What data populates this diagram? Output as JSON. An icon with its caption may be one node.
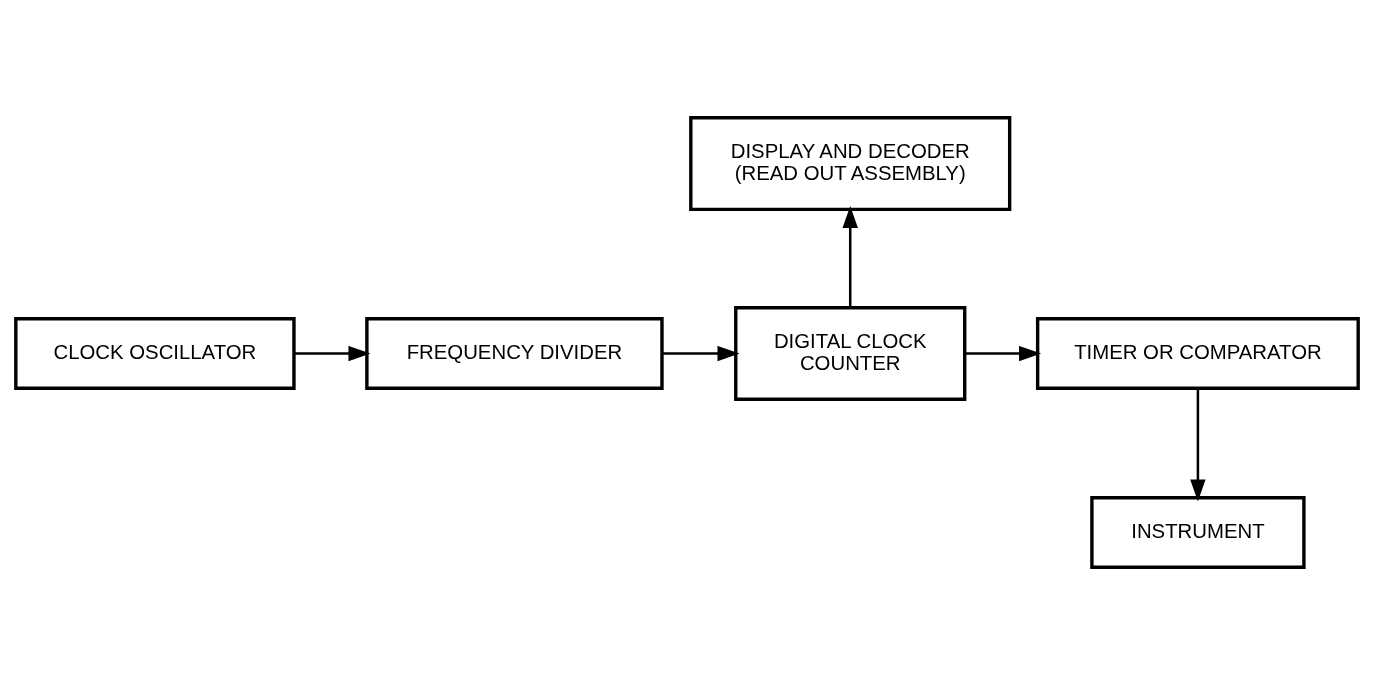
{
  "diagram": {
    "nodes": [
      {
        "text": [
          "DISPLAY AND DECODER (READ OUT ASSEMBLY)"
        ]
      },
      {
        "text": [
          "CLOCK OSCILLATOR"
        ]
      },
      {
        "text": [
          "FREQUENCY DIVIDER"
        ]
      },
      {
        "text": [
          "DIGITAL CLOCK COUNTER"
        ]
      },
      {
        "text": [
          "TIMER OR COMPARATOR"
        ]
      },
      {
        "text": [
          "INSTRUMENT"
        ]
      }
    ],
    "edges": [
      {
        "from": 1,
        "to": 2,
        "arrow": "to"
      },
      {
        "from": 2,
        "to": 3,
        "arrow": "to"
      },
      {
        "from": 3,
        "to": 0,
        "arrow": "to"
      },
      {
        "from": 3,
        "to": 4,
        "arrow": "to"
      },
      {
        "from": 4,
        "to": 5,
        "arrow": "to"
      }
    ]
  }
}
